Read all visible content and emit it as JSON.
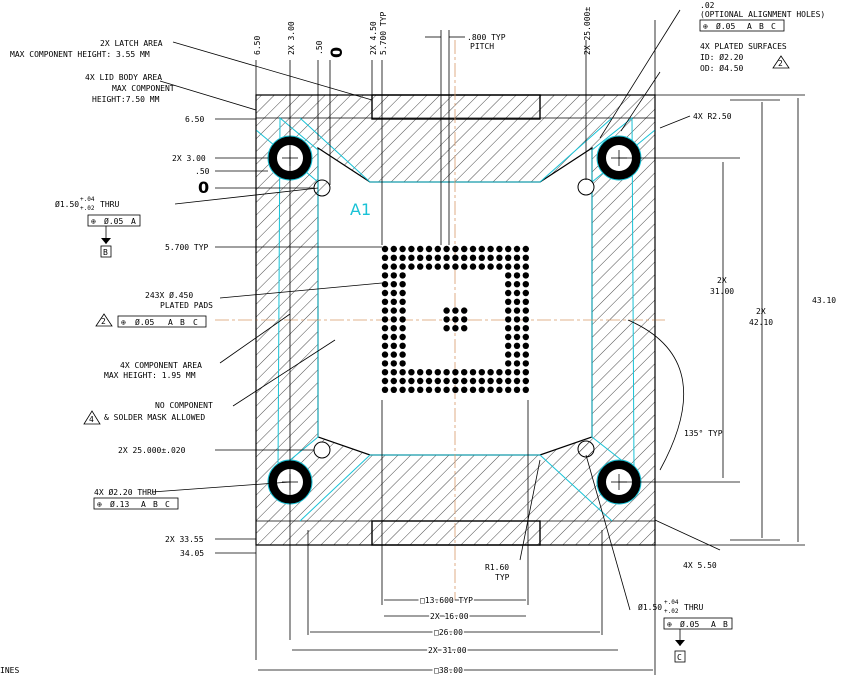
{
  "callouts": {
    "top_right_line1": "(OPTIONAL ALIGNMENT HOLES)",
    "top_right_fcf": [
      "⊕",
      "Ø.05",
      "A",
      "B",
      "C"
    ],
    "top_right_pos1": ".02",
    "plated_surfaces": [
      "4X PLATED SURFACES",
      "ID: Ø2.20",
      "OD: Ø4.50"
    ],
    "plated_note": "2",
    "r250": "4X R2.50",
    "latch": [
      "2X LATCH AREA",
      "MAX COMPONENT HEIGHT: 3.55 MM"
    ],
    "lid_body": [
      "4X LID BODY AREA",
      "MAX COMPONENT",
      "HEIGHT:7.50 MM"
    ],
    "pitch": [
      ".800 TYP",
      "PITCH"
    ],
    "hole_thru": [
      "Ø1.50",
      "+.04",
      "+.02",
      "THRU"
    ],
    "fcf_a": [
      "⊕",
      "Ø.05",
      "A"
    ],
    "datum_b": "B",
    "pads": [
      "243X Ø.450",
      "PLATED PADS"
    ],
    "pads_note": "2",
    "pads_fcf": [
      "⊕",
      "Ø.05",
      "A",
      "B",
      "C"
    ],
    "comp_area": [
      "4X COMPONENT AREA",
      "MAX HEIGHT: 1.95 MM"
    ],
    "no_comp": [
      "NO COMPONENT",
      "& SOLDER MASK ALLOWED"
    ],
    "no_comp_note": "4",
    "hole220": "4X Ø2.20 THRU",
    "fcf_13": [
      "⊕",
      "Ø.13",
      "A",
      "B",
      "C"
    ],
    "a1": "A1",
    "angle": "135° TYP",
    "r160": [
      "R1.60",
      "TYP"
    ],
    "r550": "4X 5.50",
    "hole_thru2": [
      "Ø1.50",
      "+.04",
      "+.02",
      "THRU"
    ],
    "fcf_ab": [
      "⊕",
      "Ø.05",
      "A",
      "B"
    ],
    "datum_c": "C",
    "lines_text": "INES"
  },
  "dims": {
    "left": [
      "6.50",
      "2X 3.00",
      ".50",
      "0",
      "5.700 TYP",
      "2X 25.000±.020",
      "2X 33.55",
      "34.05"
    ],
    "top": [
      "6.50",
      "2X 3.00",
      ".50",
      "0",
      "2X 4.50",
      "5.700 TYP",
      "2X 25.000±"
    ],
    "right": [
      "2X",
      "31.00",
      "2X",
      "42.10",
      "43.10"
    ],
    "bottom": [
      "□13.600 TYP",
      "2X 16.00",
      "□26.00",
      "2X 31.00",
      "□38.00"
    ]
  }
}
